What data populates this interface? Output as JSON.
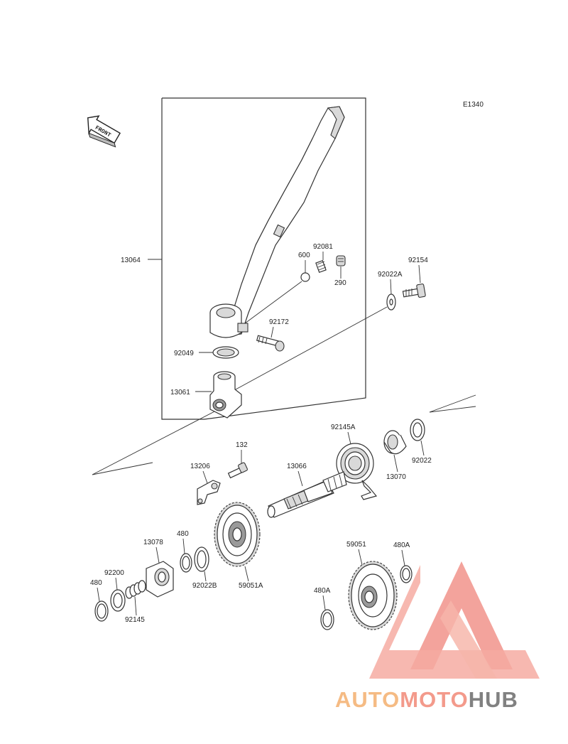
{
  "diagram_code": "E1340",
  "front_label": "FRONT",
  "parts": {
    "kick_pedal": "13064",
    "ball": "600",
    "spring_92081": "92081",
    "plug_290": "290",
    "bolt_92154": "92154",
    "washer_92022A": "92022A",
    "bolt_92172": "92172",
    "oil_seal": "92049",
    "kick_boss": "13061",
    "torsion_spring": "92145A",
    "collar": "13070",
    "washer_92022": "92022",
    "bolt_132": "132",
    "guide": "13206",
    "kick_shaft": "13066",
    "circlip_480_upper": "480",
    "ratchet": "13078",
    "washer_92022B": "92022B",
    "kick_gear": "59051A",
    "washer_92200": "92200",
    "circlip_480_left": "480",
    "spring_92145": "92145",
    "idle_gear": "59051",
    "circlip_480A_right": "480A",
    "circlip_480A_left": "480A"
  },
  "watermark": {
    "part1": "AUTO",
    "part2": "MOTO",
    "part3": "HUB",
    "colors": {
      "auto": "#f5b67a",
      "moto": "#f29282",
      "hub": "#777777",
      "triangle": "#f08a80"
    }
  }
}
